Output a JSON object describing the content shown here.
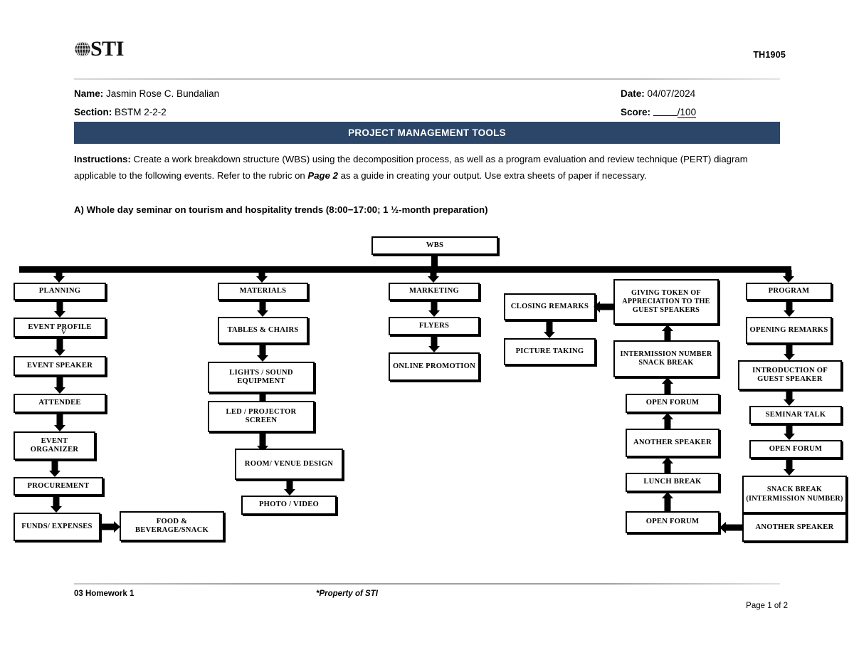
{
  "header": {
    "logo_text": "STI",
    "logo_icon": "globe-mesh-icon",
    "doc_code": "TH1905",
    "name_label": "Name:",
    "name_value": "Jasmin Rose C. Bundalian",
    "section_label": "Section:",
    "section_value": "BSTM 2-2-2",
    "date_label": "Date:",
    "date_value": "04/07/2024",
    "score_label": "Score:",
    "score_value": "",
    "score_total": "/100"
  },
  "banner": {
    "title": "PROJECT MANAGEMENT TOOLS",
    "color": "#2b4668"
  },
  "body": {
    "instructions_label": "Instructions:",
    "instructions_part1": " Create a work breakdown structure (WBS) using the decomposition process, as well as a program evaluation and review technique (PERT) diagram applicable to the following events. Refer to the rubric on ",
    "instructions_emphasis": "Page 2",
    "instructions_part2": " as a guide in creating your output. Use extra sheets of paper if necessary.",
    "event_a": "A) Whole day seminar on tourism and hospitality trends (8:00−17:00; 1 ½-month preparation)",
    "pen_mark": "v"
  },
  "footer": {
    "left": "03 Homework 1",
    "middle": "*Property of STI",
    "right": "Page 1 of 2"
  },
  "chart_data": {
    "type": "diagram",
    "title": "WBS",
    "nodes": [
      {
        "id": "wbs",
        "label": "WBS"
      },
      {
        "id": "planning",
        "label": "PLANNING"
      },
      {
        "id": "event-profile",
        "label": "EVENT PROFILE"
      },
      {
        "id": "event-speaker",
        "label": "EVENT SPEAKER"
      },
      {
        "id": "attendee",
        "label": "ATTENDEE"
      },
      {
        "id": "event-organizer",
        "label": "EVENT ORGANIZER"
      },
      {
        "id": "procurement",
        "label": "PROCUREMENT"
      },
      {
        "id": "funds-expenses",
        "label": "FUNDS/ EXPENSES"
      },
      {
        "id": "food-beverage",
        "label": "FOOD & BEVERAGE/SNACK"
      },
      {
        "id": "materials",
        "label": "MATERIALS"
      },
      {
        "id": "tables-chairs",
        "label": "TABLES & CHAIRS"
      },
      {
        "id": "lights-sound",
        "label": "LIGHTS / SOUND EQUIPMENT"
      },
      {
        "id": "led-projector",
        "label": "LED / PROJECTOR SCREEN"
      },
      {
        "id": "room-venue",
        "label": "ROOM/ VENUE DESIGN"
      },
      {
        "id": "photo-video",
        "label": "PHOTO /  VIDEO"
      },
      {
        "id": "marketing",
        "label": "MARKETING"
      },
      {
        "id": "flyers",
        "label": "FLYERS"
      },
      {
        "id": "online-promotion",
        "label": "ONLINE PROMOTION"
      },
      {
        "id": "closing-remarks",
        "label": "CLOSING REMARKS"
      },
      {
        "id": "picture-taking",
        "label": "PICTURE TAKING"
      },
      {
        "id": "giving-token",
        "label": "GIVING TOKEN OF APPRECIATION TO THE GUEST SPEAKERS"
      },
      {
        "id": "intermission-snack",
        "label": "INTERMISSION NUMBER SNACK BREAK"
      },
      {
        "id": "open-forum-c4a",
        "label": "OPEN FORUM"
      },
      {
        "id": "another-speaker-c4",
        "label": "ANOTHER SPEAKER"
      },
      {
        "id": "lunch-break",
        "label": "LUNCH BREAK"
      },
      {
        "id": "open-forum-c4b",
        "label": "OPEN FORUM"
      },
      {
        "id": "program",
        "label": "PROGRAM"
      },
      {
        "id": "opening-remarks",
        "label": "OPENING REMARKS"
      },
      {
        "id": "intro-guest-speaker",
        "label": "INTRODUCTION OF GUEST SPEAKER"
      },
      {
        "id": "seminar-talk",
        "label": "SEMINAR TALK"
      },
      {
        "id": "open-forum-c5",
        "label": "OPEN FORUM"
      },
      {
        "id": "snack-break-int",
        "label": "SNACK BREAK (INTERMISSION NUMBER)"
      },
      {
        "id": "another-speaker-c5",
        "label": "ANOTHER SPEAKER"
      }
    ],
    "edges": [
      {
        "from": "wbs",
        "to": "planning",
        "dir": "down"
      },
      {
        "from": "wbs",
        "to": "materials",
        "dir": "down"
      },
      {
        "from": "wbs",
        "to": "marketing",
        "dir": "down"
      },
      {
        "from": "wbs",
        "to": "program",
        "dir": "down"
      },
      {
        "from": "planning",
        "to": "event-profile",
        "dir": "down"
      },
      {
        "from": "event-profile",
        "to": "event-speaker",
        "dir": "down"
      },
      {
        "from": "event-speaker",
        "to": "attendee",
        "dir": "down"
      },
      {
        "from": "attendee",
        "to": "event-organizer",
        "dir": "down"
      },
      {
        "from": "event-organizer",
        "to": "procurement",
        "dir": "down"
      },
      {
        "from": "procurement",
        "to": "funds-expenses",
        "dir": "down"
      },
      {
        "from": "funds-expenses",
        "to": "food-beverage",
        "dir": "right"
      },
      {
        "from": "materials",
        "to": "tables-chairs",
        "dir": "down"
      },
      {
        "from": "tables-chairs",
        "to": "lights-sound",
        "dir": "down"
      },
      {
        "from": "lights-sound",
        "to": "led-projector",
        "dir": "down"
      },
      {
        "from": "led-projector",
        "to": "room-venue",
        "dir": "down"
      },
      {
        "from": "room-venue",
        "to": "photo-video",
        "dir": "down"
      },
      {
        "from": "marketing",
        "to": "flyers",
        "dir": "down"
      },
      {
        "from": "flyers",
        "to": "online-promotion",
        "dir": "down"
      },
      {
        "from": "closing-remarks",
        "to": "picture-taking",
        "dir": "down"
      },
      {
        "from": "giving-token",
        "to": "closing-remarks",
        "dir": "left"
      },
      {
        "from": "intermission-snack",
        "to": "giving-token",
        "dir": "up"
      },
      {
        "from": "open-forum-c4a",
        "to": "intermission-snack",
        "dir": "up"
      },
      {
        "from": "another-speaker-c4",
        "to": "open-forum-c4a",
        "dir": "up"
      },
      {
        "from": "lunch-break",
        "to": "another-speaker-c4",
        "dir": "up"
      },
      {
        "from": "open-forum-c4b",
        "to": "lunch-break",
        "dir": "up"
      },
      {
        "from": "another-speaker-c5",
        "to": "open-forum-c4b",
        "dir": "left"
      },
      {
        "from": "program",
        "to": "opening-remarks",
        "dir": "down"
      },
      {
        "from": "opening-remarks",
        "to": "intro-guest-speaker",
        "dir": "down"
      },
      {
        "from": "intro-guest-speaker",
        "to": "seminar-talk",
        "dir": "down"
      },
      {
        "from": "seminar-talk",
        "to": "open-forum-c5",
        "dir": "down"
      },
      {
        "from": "open-forum-c5",
        "to": "snack-break-int",
        "dir": "down"
      },
      {
        "from": "snack-break-int",
        "to": "another-speaker-c5",
        "dir": "down"
      }
    ]
  }
}
